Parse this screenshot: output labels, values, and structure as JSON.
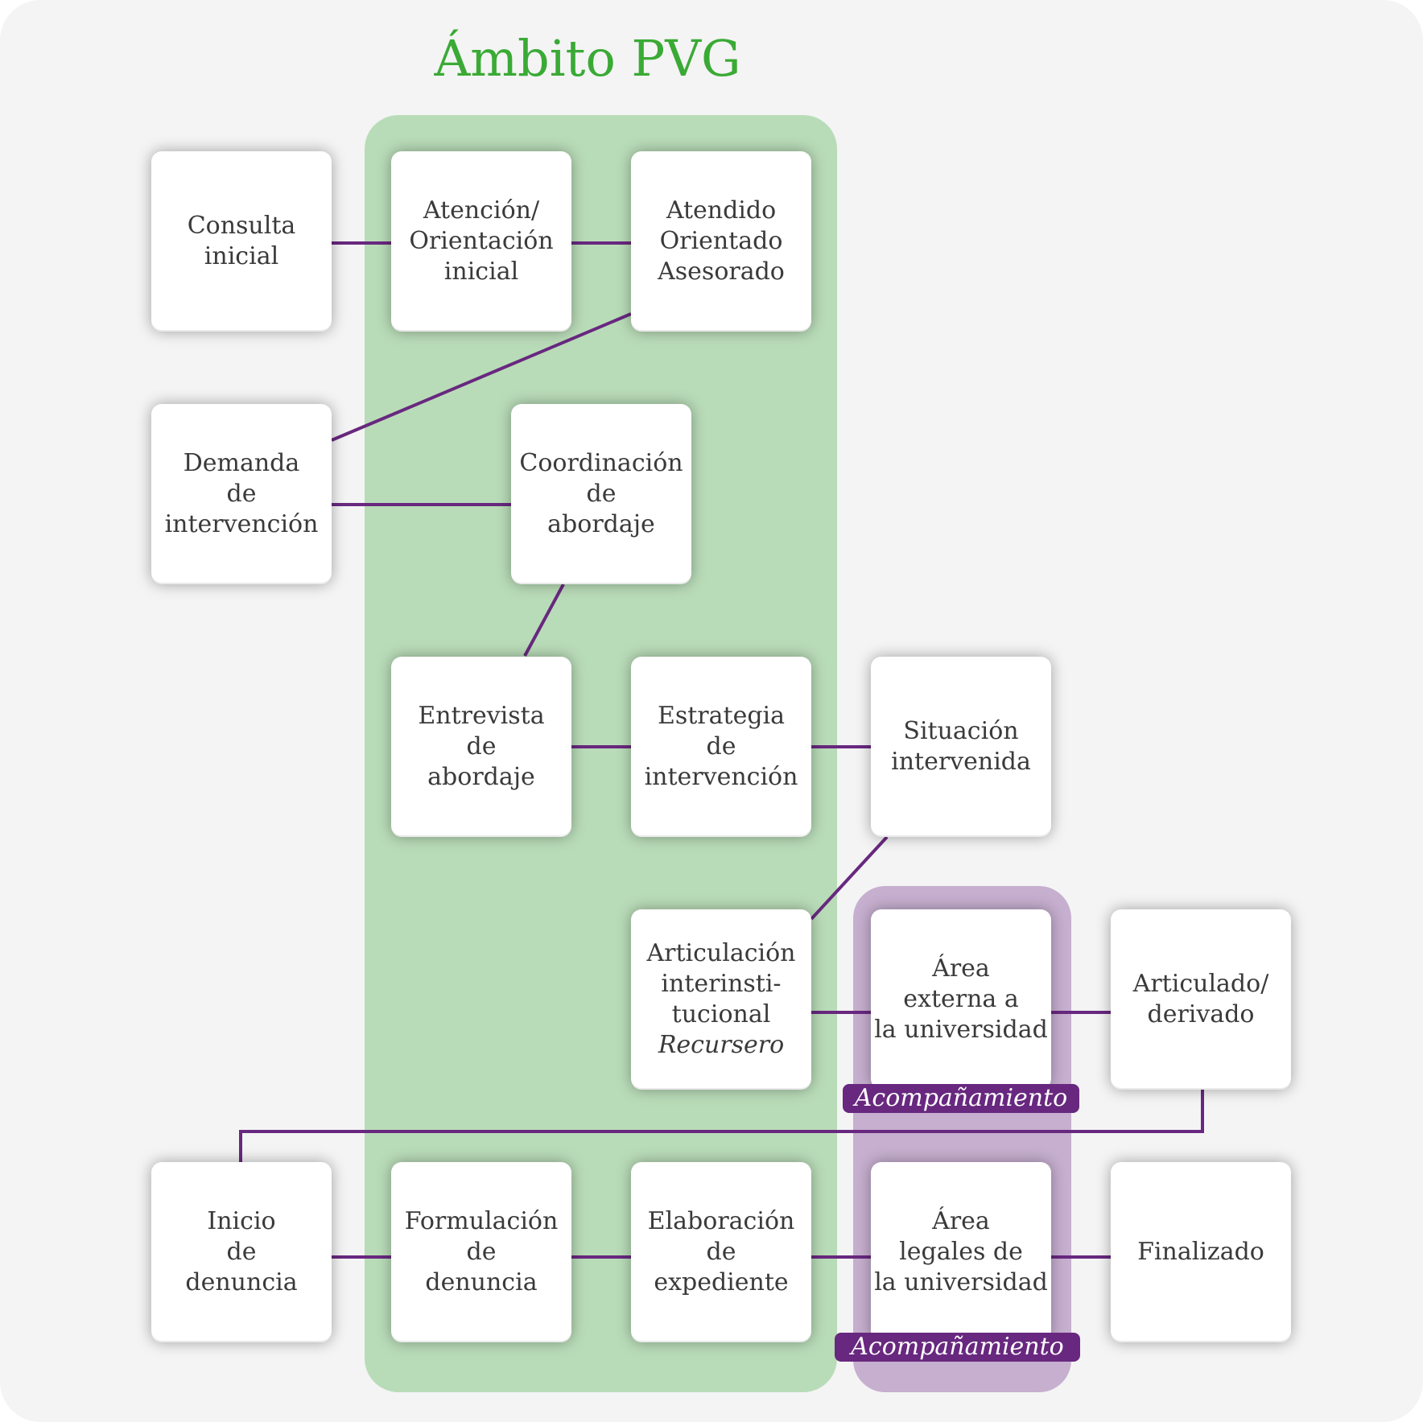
{
  "title": "Ámbito PVG",
  "colors": {
    "green_text": "#3aaa35",
    "green_zone": "#b9dcb8",
    "purple_zone": "#c6afcf",
    "purple_line": "#68287f",
    "node_text": "#3a3a3a"
  },
  "nodes": {
    "consulta": "Consulta\ninicial",
    "atencion": "Atención/\nOrientación\ninicial",
    "atendido": "Atendido\nOrientado\nAsesorado",
    "demanda": "Demanda\nde\nintervención",
    "coordinacion": "Coordinación\nde\nabordaje",
    "entrevista": "Entrevista\nde\nabordaje",
    "estrategia": "Estrategia\nde\nintervención",
    "situacion": "Situación\nintervenida",
    "articulacion": "Articulación\ninterinsti-\ntucional",
    "articulacion_sub": "Recursero",
    "area_externa": "Área\nexterna a\nla universidad",
    "articulado": "Articulado/\nderivado",
    "inicio": "Inicio\nde\ndenuncia",
    "formulacion": "Formulación\nde\ndenuncia",
    "elaboracion": "Elaboración\nde\nexpediente",
    "area_legales": "Área\nlegales de\nla universidad",
    "finalizado": "Finalizado"
  },
  "badges": {
    "acomp1": "Acompañamiento",
    "acomp2": "Acompañamiento"
  }
}
